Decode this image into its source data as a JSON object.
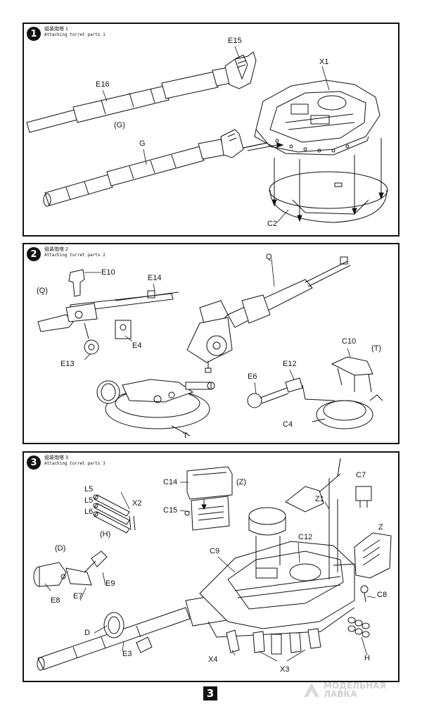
{
  "steps": [
    {
      "number": "1",
      "title_cn": "组装炮塔 1",
      "title_en": "Attaching turret parts 1",
      "labels": {
        "e15": "E15",
        "e16": "E16",
        "x1": "X1",
        "g_paren": "(G)",
        "g": "G",
        "c2": "C2"
      }
    },
    {
      "number": "2",
      "title_cn": "组装炮塔 2",
      "title_en": "Attaching turret parts 2",
      "labels": {
        "q_paren": "(Q)",
        "e10": "E10",
        "e14": "E14",
        "e4": "E4",
        "e13": "E13",
        "q": "Q",
        "e12": "E12",
        "e6": "E6",
        "c10": "C10",
        "t_paren": "(T)",
        "c4": "C4",
        "t": "T"
      }
    },
    {
      "number": "3",
      "title_cn": "组装炮塔 3",
      "title_en": "Attaching turret parts 3",
      "labels": {
        "c14": "C14",
        "z_paren": "(Z)",
        "c15": "C15",
        "l5a": "L5",
        "l5b": "L5",
        "l6": "L6",
        "x2": "X2",
        "h_paren": "(H)",
        "d_paren": "(D)",
        "e9": "E9",
        "e8": "E8",
        "e7": "E7",
        "d": "D",
        "e3": "E3",
        "x4": "X4",
        "x3": "X3",
        "h": "H",
        "c9": "C9",
        "c12": "C12",
        "z1": "Z1",
        "c7": "C7",
        "z": "Z",
        "c8": "C8"
      }
    }
  ],
  "page_number": "3",
  "watermark": {
    "line1": "МОДЕЛЬНАЯ",
    "line2": "ЛАВКА"
  }
}
